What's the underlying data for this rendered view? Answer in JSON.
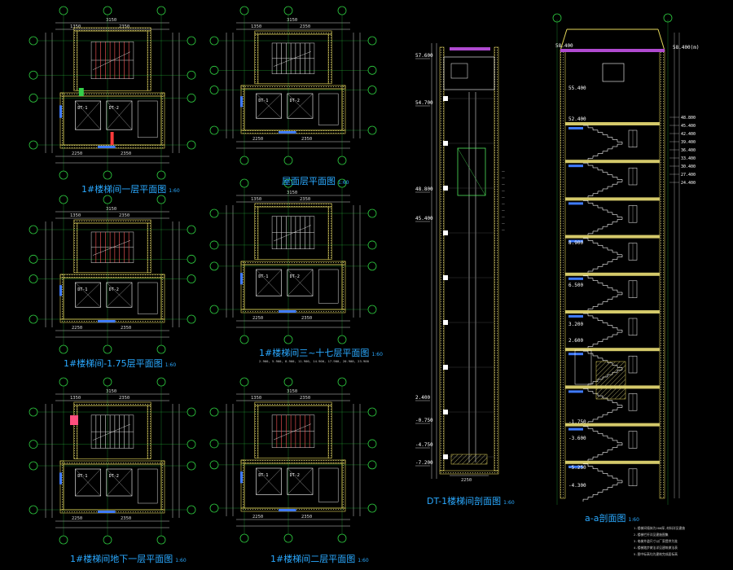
{
  "captions": [
    {
      "name": "plan-first-floor-caption",
      "text": "1#楼梯间一层平面图",
      "scale": "1:60"
    },
    {
      "name": "plan-roof-caption",
      "text": "屋面层平面图",
      "scale": "1:60"
    },
    {
      "name": "plan-minus-175-caption",
      "text": "1#楼梯间-1.75层平面图",
      "scale": "1:60"
    },
    {
      "name": "plan-standard-caption",
      "text": "1#楼梯间三~十七层平面图",
      "scale": "1:60"
    },
    {
      "name": "plan-basement-caption",
      "text": "1#楼梯间地下一层平面图",
      "scale": "1:60"
    },
    {
      "name": "plan-second-floor-caption",
      "text": "1#楼梯间二层平面图",
      "scale": "1:60"
    },
    {
      "name": "elevator-section-caption",
      "text": "DT-1楼梯间剖面图",
      "scale": "1:60"
    },
    {
      "name": "stair-section-caption",
      "text": "a-a剖面图",
      "scale": "1:60"
    }
  ],
  "level_note": "2.900, 5.900, 8.900, 11.900, 14.900, 17.900, 20.900, 23.900",
  "elevator_levels": [
    "57.600",
    "54.700",
    "48.800",
    "45.400",
    "2.400",
    "-0.750",
    "-4.750",
    "-7.200"
  ],
  "stair_levels": [
    "58.400",
    "55.400",
    "52.400",
    "8.900",
    "6.500",
    "3.200",
    "2.600",
    "-1.750",
    "-3.600",
    "-5.250",
    "-4.300"
  ],
  "stair_top_tag": "58.400(m)",
  "stair_side_labels": [
    "48.800",
    "45.400",
    "42.400",
    "39.400",
    "36.400",
    "33.400",
    "30.400",
    "27.400",
    "24.400"
  ],
  "elevator_labels": [
    "DT-1",
    "DT-2"
  ],
  "dims": {
    "total_width": "3150",
    "sub_widths": [
      "1350",
      "2350"
    ],
    "bottom_widths": [
      "2250",
      "2350"
    ]
  },
  "notes": [
    "1.楼梯间墙体为200厚,材料详见建施",
    "2.楼梯栏杆详见建施图集",
    "3.电梯井道尺寸以厂家提供为准",
    "4.楼梯踏步做法详见建筑做法表",
    "5.图中标高均为建筑完成面标高"
  ],
  "colors": {
    "background": "#000000",
    "wall": "#e6d85a",
    "hatch": "#c9c27a",
    "caption": "#2aa9ff",
    "axis": "#2ecc40",
    "stair": "#ff5a5a",
    "window": "#3f7bff"
  }
}
